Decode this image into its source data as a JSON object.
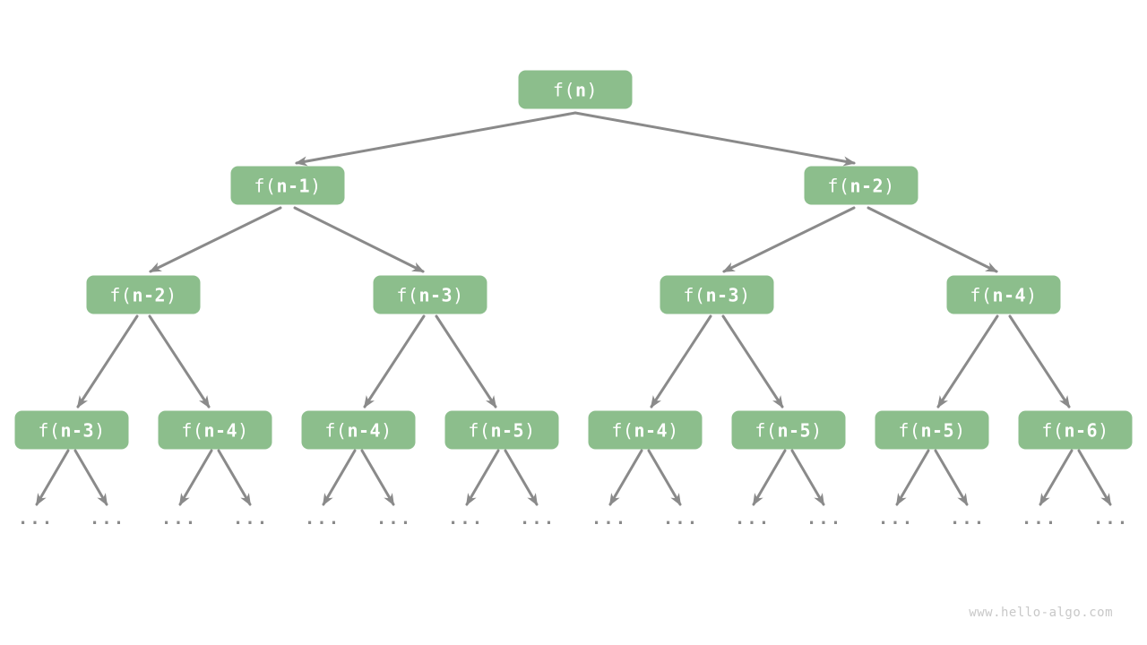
{
  "colors": {
    "background": "#FFFFFF",
    "node_fill": "#8CBE8C",
    "node_text": "#FFFFFF",
    "edge": "#8A8A8A",
    "leaf_dots": "#8A8A8A",
    "watermark_text": "#C8C8C8"
  },
  "watermark": "www.hello-algo.com",
  "tree": {
    "levels": [
      {
        "nodes": [
          {
            "label": "f(n)",
            "pre": "f(",
            "arg": "n",
            "post": ")"
          }
        ]
      },
      {
        "nodes": [
          {
            "label": "f(n-1)",
            "pre": "f(",
            "arg": "n-1",
            "post": ")"
          },
          {
            "label": "f(n-2)",
            "pre": "f(",
            "arg": "n-2",
            "post": ")"
          }
        ]
      },
      {
        "nodes": [
          {
            "label": "f(n-2)",
            "pre": "f(",
            "arg": "n-2",
            "post": ")"
          },
          {
            "label": "f(n-3)",
            "pre": "f(",
            "arg": "n-3",
            "post": ")"
          },
          {
            "label": "f(n-3)",
            "pre": "f(",
            "arg": "n-3",
            "post": ")"
          },
          {
            "label": "f(n-4)",
            "pre": "f(",
            "arg": "n-4",
            "post": ")"
          }
        ]
      },
      {
        "nodes": [
          {
            "label": "f(n-3)",
            "pre": "f(",
            "arg": "n-3",
            "post": ")"
          },
          {
            "label": "f(n-4)",
            "pre": "f(",
            "arg": "n-4",
            "post": ")"
          },
          {
            "label": "f(n-4)",
            "pre": "f(",
            "arg": "n-4",
            "post": ")"
          },
          {
            "label": "f(n-5)",
            "pre": "f(",
            "arg": "n-5",
            "post": ")"
          },
          {
            "label": "f(n-4)",
            "pre": "f(",
            "arg": "n-4",
            "post": ")"
          },
          {
            "label": "f(n-5)",
            "pre": "f(",
            "arg": "n-5",
            "post": ")"
          },
          {
            "label": "f(n-5)",
            "pre": "f(",
            "arg": "n-5",
            "post": ")"
          },
          {
            "label": "f(n-6)",
            "pre": "f(",
            "arg": "n-6",
            "post": ")"
          }
        ]
      }
    ],
    "leaves": [
      "...",
      "...",
      "...",
      "...",
      "...",
      "...",
      "...",
      "...",
      "...",
      "...",
      "...",
      "...",
      "...",
      "...",
      "...",
      "..."
    ]
  }
}
